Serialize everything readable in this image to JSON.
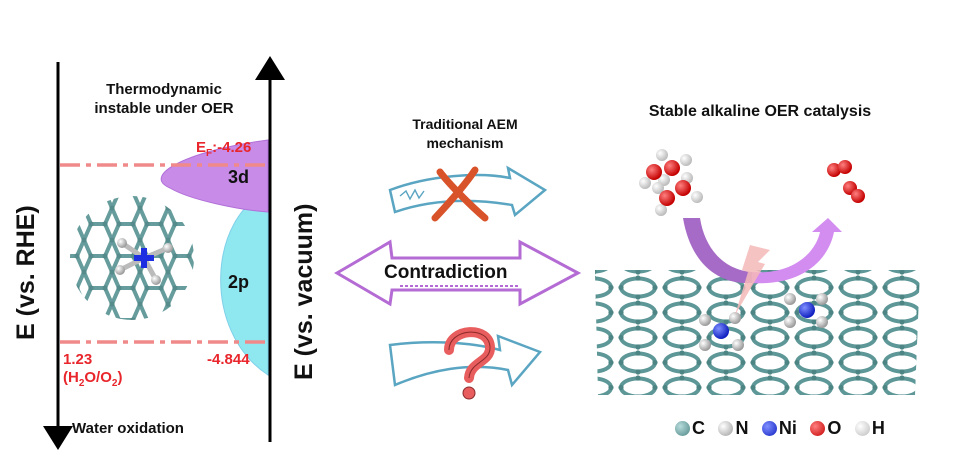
{
  "left_panel": {
    "y_axis_left_label": "E (vs. RHE)",
    "y_axis_right_label": "E (vs. vacuum)",
    "title_line1": "Thermodynamic",
    "title_line2": "instable under OER",
    "fermi_label_prefix": "E",
    "fermi_label_sub": "F",
    "fermi_label_value": ":-4.26",
    "orbital_3d": "3d",
    "orbital_2p": "2p",
    "oer_potential_rhe": "1.23",
    "oer_couple_open": "(H",
    "oer_couple_sub1": "2",
    "oer_couple_mid": "O/O",
    "oer_couple_sub2": "2",
    "oer_couple_close": ")",
    "oer_potential_vacuum": "-4.844",
    "bottom_arrow_label": "Water oxidation",
    "colors": {
      "band_3d": "#c98be8",
      "band_2p": "#8fe8f0",
      "dashline": "#f08a8a",
      "label_red": "#e8262c"
    }
  },
  "middle_panel": {
    "title_line1": "Traditional AEM",
    "title_line2": "mechanism",
    "center_label": "Contradiction",
    "question_mark": "?",
    "colors": {
      "blue_arrow": "#5aa5c2",
      "purple_arrow": "#b46bd4",
      "cross": "#d9532a",
      "question": "#e85d5d"
    }
  },
  "right_panel": {
    "title": "Stable alkaline OER catalysis",
    "legend": [
      {
        "symbol": "C",
        "color": "#5e9797"
      },
      {
        "symbol": "N",
        "color": "#c8c8c8"
      },
      {
        "symbol": "Ni",
        "color": "#1f2fe0"
      },
      {
        "symbol": "O",
        "color": "#e41b1b"
      },
      {
        "symbol": "H",
        "color": "#eeeeee"
      }
    ]
  }
}
